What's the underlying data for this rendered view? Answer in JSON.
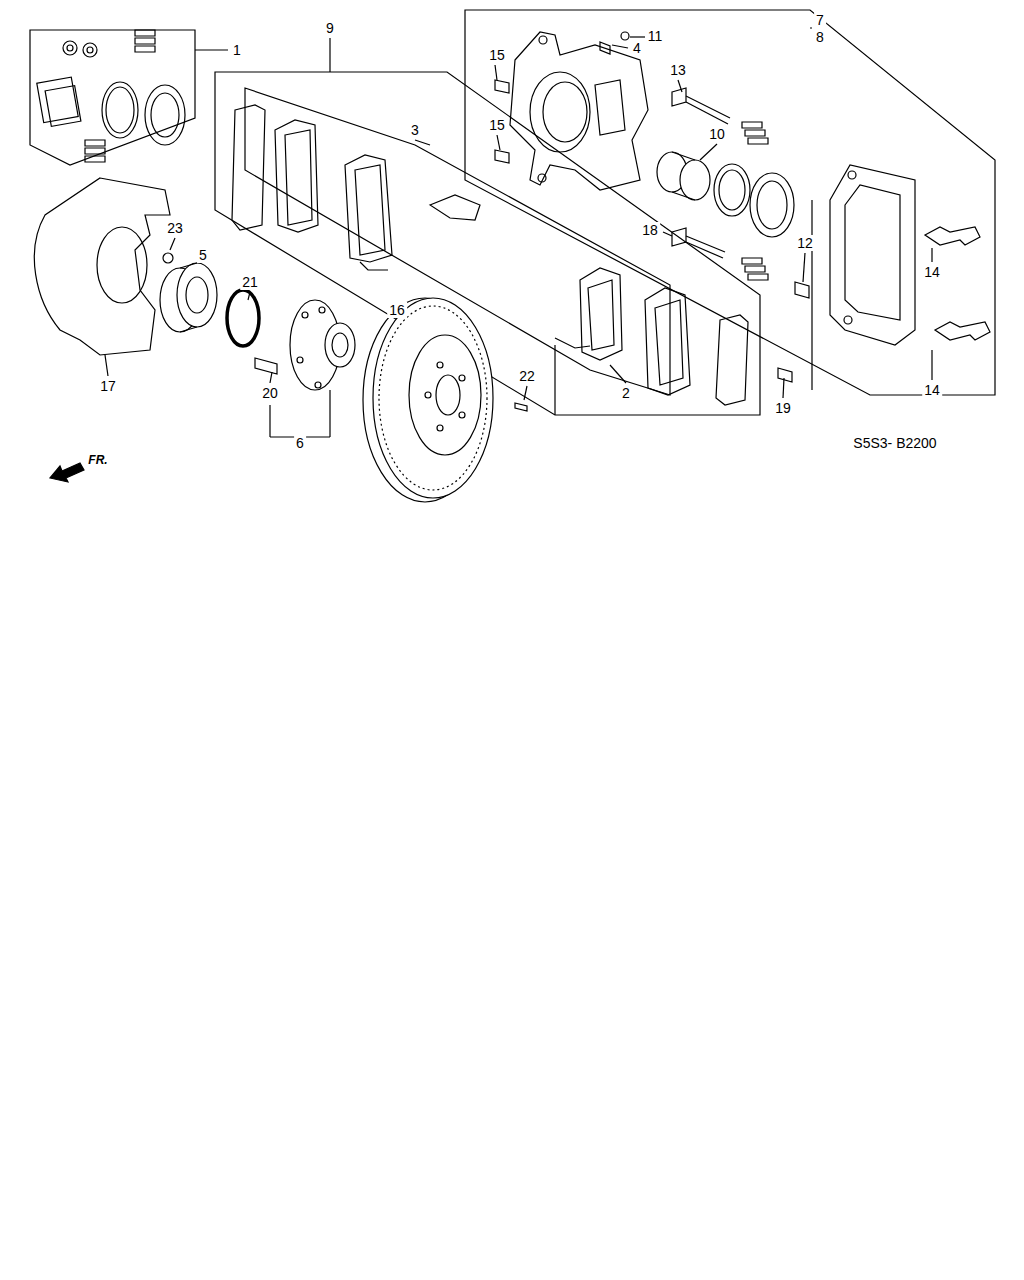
{
  "diagram": {
    "labels": [
      "1",
      "9",
      "7",
      "8",
      "15",
      "11",
      "4",
      "3",
      "13",
      "15",
      "10",
      "23",
      "5",
      "21",
      "18",
      "12",
      "14",
      "16",
      "14",
      "17",
      "22",
      "20",
      "2",
      "19",
      "6",
      "S5S3- B2200",
      "FR."
    ]
  }
}
